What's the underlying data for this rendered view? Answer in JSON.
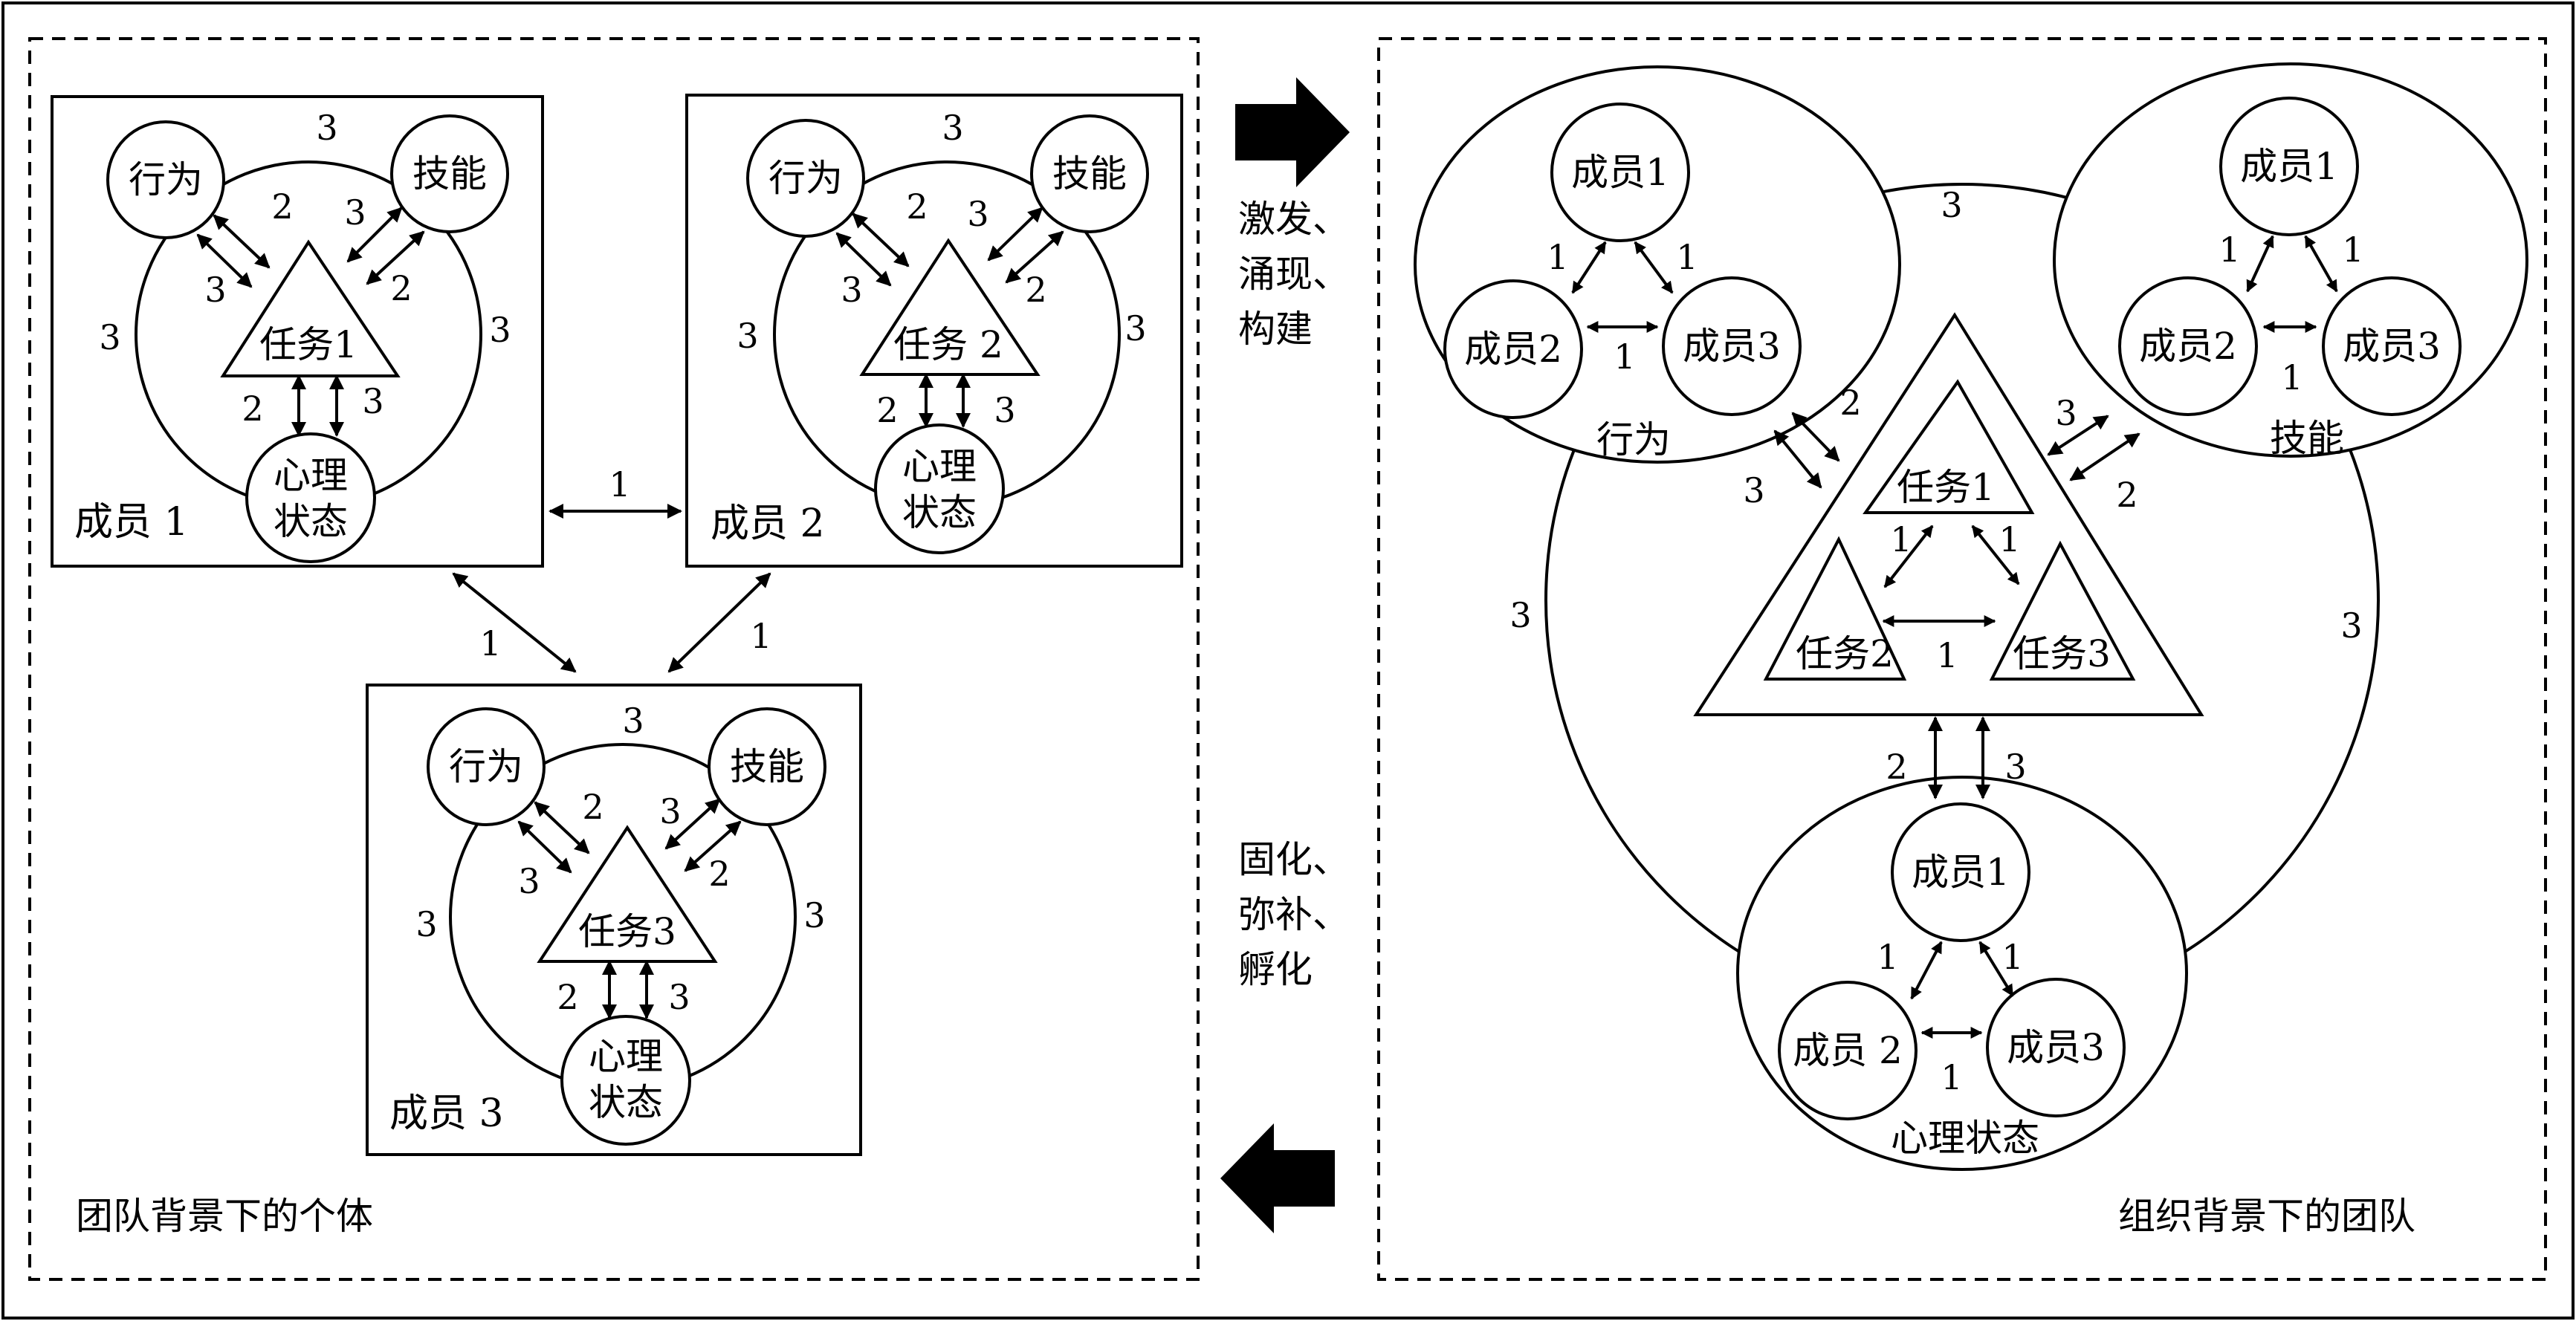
{
  "left_panel": {
    "caption": "团队背景下的个体",
    "members": [
      {
        "label": "成员 1",
        "task": "任务1",
        "behavior": "行为",
        "skill": "技能",
        "psych_1": "心理",
        "psych_2": "状态",
        "w_bs": "3",
        "w_bt": "2",
        "w_tb": "3",
        "w_st": "3",
        "w_ts": "2",
        "w_left": "3",
        "w_right": "3",
        "w_pt": "2",
        "w_tp": "3"
      },
      {
        "label": "成员 2",
        "task": "任务 2",
        "behavior": "行为",
        "skill": "技能",
        "psych_1": "心理",
        "psych_2": "状态",
        "w_bs": "3",
        "w_bt": "2",
        "w_tb": "3",
        "w_st": "3",
        "w_ts": "2",
        "w_left": "3",
        "w_right": "3",
        "w_pt": "2",
        "w_tp": "3"
      },
      {
        "label": "成员 3",
        "task": "任务3",
        "behavior": "行为",
        "skill": "技能",
        "psych_1": "心理",
        "psych_2": "状态",
        "w_bs": "3",
        "w_bt": "2",
        "w_tb": "3",
        "w_st": "3",
        "w_ts": "2",
        "w_left": "3",
        "w_right": "3",
        "w_pt": "2",
        "w_tp": "3"
      }
    ],
    "link_12": "1",
    "link_13": "1",
    "link_23": "1"
  },
  "middle": {
    "top_text": [
      "激发、",
      "涌现、",
      "构建"
    ],
    "bottom_text": [
      "固化、",
      "弥补、",
      "孵化"
    ]
  },
  "right_panel": {
    "caption": "组织背景下的团队",
    "big_circle_weight_top": "3",
    "big_circle_weight_left": "3",
    "big_circle_weight_right": "3",
    "behavior_group": {
      "label": "行为",
      "m1": "成员1",
      "m2": "成员2",
      "m3": "成员3",
      "w12": "1",
      "w13": "1",
      "w23": "1"
    },
    "skill_group": {
      "label": "技能",
      "m1": "成员1",
      "m2": "成员2",
      "m3": "成员3",
      "w12": "1",
      "w13": "1",
      "w23": "1"
    },
    "psych_group": {
      "label": "心理状态",
      "m1": "成员1",
      "m2": "成员 2",
      "m3": "成员3",
      "w12": "1",
      "w13": "1",
      "w23": "1"
    },
    "tasks": {
      "t1": "任务1",
      "t2": "任务2",
      "t3": "任务3",
      "w12": "1",
      "w13": "1",
      "w23": "1"
    },
    "w_behavior_tri_a": "2",
    "w_behavior_tri_b": "3",
    "w_skill_tri_a": "3",
    "w_skill_tri_b": "2",
    "w_psych_tri_a": "2",
    "w_psych_tri_b": "3"
  }
}
